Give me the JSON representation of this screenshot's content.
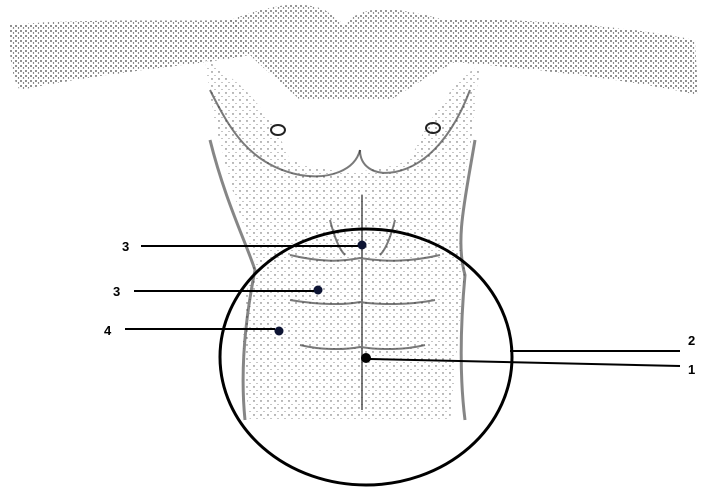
{
  "figure": {
    "illustration": "stippled-male-torso-front-view-arms-raised",
    "ink_color": "#1a1a1a",
    "port_color": "#0d1433",
    "labels": {
      "port_upper_midline": "3",
      "port_right_upper": "3",
      "port_right_lateral": "4",
      "line_upper": "2",
      "line_lower": "1"
    }
  }
}
